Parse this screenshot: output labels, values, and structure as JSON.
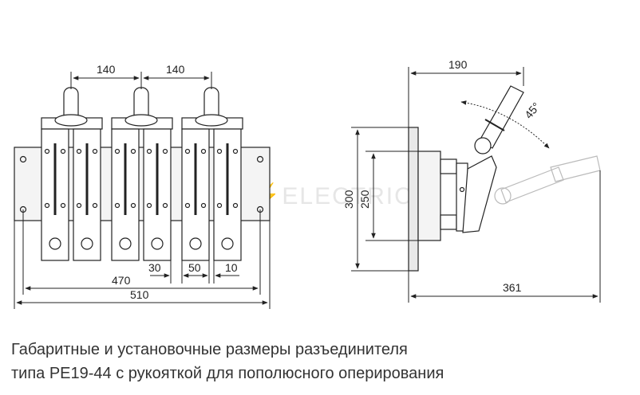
{
  "watermark": "EKS⚡ELECTRIC",
  "front_view": {
    "dimensions": {
      "pole_pitch_1": "140",
      "pole_pitch_2": "140",
      "gap_30": "30",
      "gap_50": "50",
      "gap_10": "10",
      "mount_width": "470",
      "overall_width": "510"
    }
  },
  "side_view": {
    "dimensions": {
      "depth": "190",
      "handle_angle": "45°",
      "mount_height": "250",
      "overall_height": "300",
      "swing_depth": "361"
    }
  },
  "caption": {
    "line1": "Габаритные и установочные размеры разъединителя",
    "line2": "типа РЕ19-44 с рукояткой для пополюсного оперирования"
  },
  "colors": {
    "line": "#222222",
    "plate": "#f4f4f4",
    "base": "#e9e9e9",
    "pale": "#cfcfcf"
  }
}
